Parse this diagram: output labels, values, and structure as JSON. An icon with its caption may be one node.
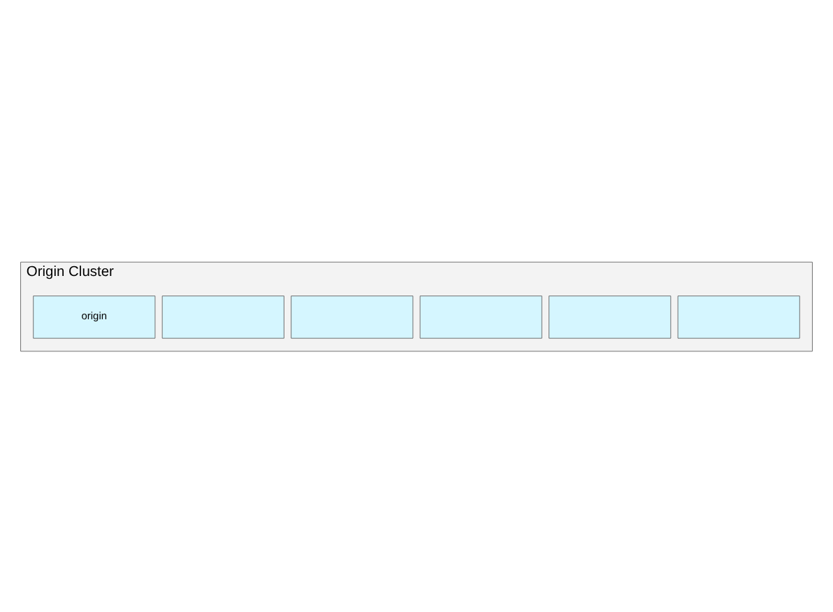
{
  "diagram": {
    "nodes": [
      {
        "text": [
          "Origin Cluster"
        ]
      },
      {
        "text": [],
        "shape": "box",
        "in": 0
      },
      {
        "text": [],
        "shape": "box",
        "in": 0
      },
      {
        "text": [],
        "shape": "box",
        "in": 0
      },
      {
        "text": [],
        "shape": "box",
        "in": 0
      },
      {
        "text": [],
        "shape": "box",
        "in": 0
      },
      {
        "text": [
          "origin"
        ],
        "in": 0
      }
    ],
    "edges": []
  }
}
